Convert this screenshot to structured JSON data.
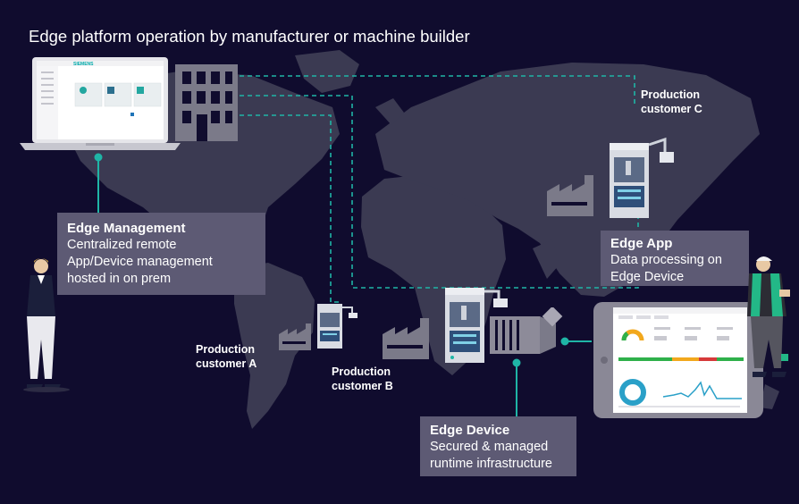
{
  "title": "Edge platform operation by manufacturer or machine builder",
  "laptop_brand": "SIEMENS",
  "customers": {
    "a": [
      "Production",
      "customer A"
    ],
    "b": [
      "Production",
      "customer B"
    ],
    "c": [
      "Production",
      "customer C"
    ]
  },
  "boxes": {
    "management": {
      "heading": "Edge Management",
      "lines": [
        "Centralized remote",
        "App/Device management",
        "hosted in on prem"
      ]
    },
    "app": {
      "heading": "Edge App",
      "lines": [
        "Data processing on",
        "Edge Device"
      ]
    },
    "device": {
      "heading": "Edge Device",
      "lines": [
        "Secured & managed",
        "runtime infrastructure"
      ]
    }
  },
  "colors": {
    "background": "#100c2e",
    "map": "#3b3a52",
    "accent": "#1fb5a6",
    "box": "#5d5a74",
    "gray": "#8d8b99"
  }
}
